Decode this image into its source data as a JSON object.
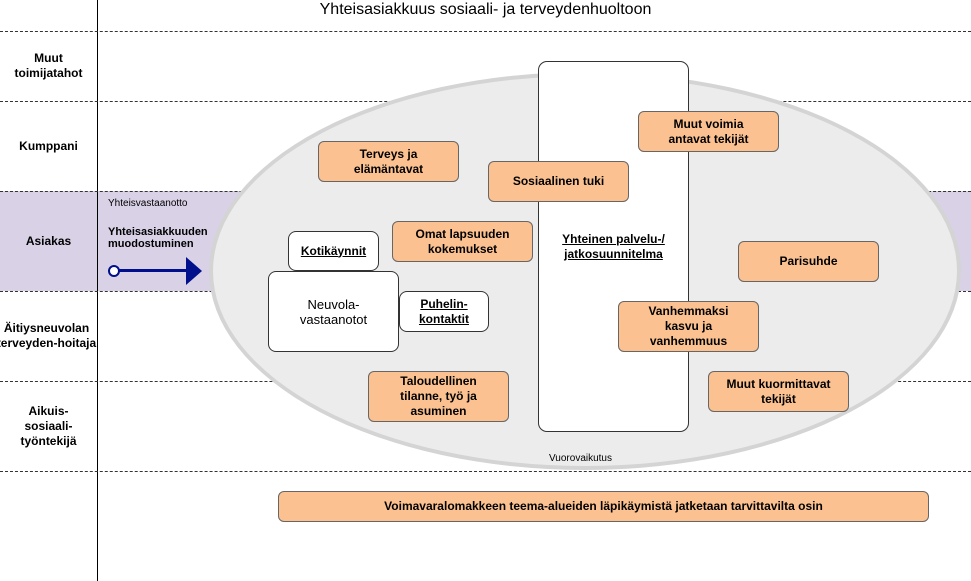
{
  "title": "Yhteisasiakkuus sosiaali- ja terveydenhuoltoon",
  "lanes": {
    "muut": "Muut toimijatahot",
    "kumppani": "Kumppani",
    "asiakas": "Asiakas",
    "aitiys": "Äitiysneuvolan terveyden-hoitaja",
    "aikuis": "Aikuis-sosiaali-työntekijä"
  },
  "asiakas_notes": {
    "yhteisvastaanotto": "Yhteisvastaanotto",
    "muodostuminen": "Yhteisasiakkuuden muodostuminen"
  },
  "boxes": {
    "terveys": "Terveys ja elämäntavat",
    "sosiaalinen_tuki": "Sosiaalinen tuki",
    "muut_voimia": "Muut voimia antavat tekijät",
    "kotikaynnit": "Kotikäynnit",
    "omat_lapsuuden": "Omat lapsuuden kokemukset",
    "neuvola": "Neuvola-vastaanotot",
    "puhelin": "Puhelin-kontaktit",
    "yhteinen": "Yhteinen palvelu-/ jatkosuunnitelma",
    "parisuhde": "Parisuhde",
    "vanhemmaksi": "Vanhemmaksi kasvu ja vanhemmuus",
    "taloudellinen": "Taloudellinen tilanne, työ ja asuminen",
    "muut_kuormittavat": "Muut kuormittavat tekijät",
    "voimavara": "Voimavaralomakkeen teema-alueiden läpikäymistä jatketaan tarvittavilta osin"
  },
  "vuorovaikutus": "Vuorovaikutus",
  "colors": {
    "box_fill": "#fbc191",
    "lane_highlight": "#d9d1e6",
    "arrow": "#000f8c"
  }
}
